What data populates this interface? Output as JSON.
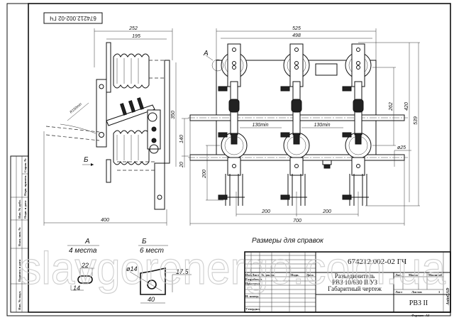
{
  "drawing": {
    "doc_number": "674212.002-02 ГЧ",
    "doc_number_inverted": "674212.002-02 ГЧ",
    "note": "Размеры для справок",
    "watermark": "slavgorenergo.com.ua"
  },
  "side_view": {
    "dims": {
      "d252": "252",
      "d195": "195",
      "d350": "350",
      "d140": "140",
      "d20": "20",
      "d400": "400",
      "r150": "R150min"
    },
    "view_label": "Б"
  },
  "front_view": {
    "dims": {
      "d525": "525",
      "d498": "498",
      "d262": "262",
      "d420": "420",
      "d539": "539",
      "d25": "ø25",
      "d130a": "130min",
      "d130b": "130min",
      "d200v": "200",
      "d200a": "200",
      "d200b": "200",
      "d700": "700"
    },
    "view_label": "A"
  },
  "details": {
    "a": {
      "title": "А",
      "subtitle": "4 места",
      "d22": "22",
      "d14": "14"
    },
    "b": {
      "title": "Б",
      "subtitle": "6 мест",
      "d14": "ø14",
      "d17": "17.5",
      "d40": "40"
    }
  },
  "side_strip": [
    "Инв. № подл.",
    "Подпись и дата",
    "Взам. инв. №",
    "Инв. № дубл.",
    "Подп. и дата",
    "Перв. примен.",
    "Справ. №"
  ],
  "title_block": {
    "headers": [
      "Изм.",
      "Лист",
      "№ докум.",
      "Подп.",
      "Дата"
    ],
    "roles": [
      "Разработал",
      "Проверил",
      "Н. контр.",
      "Утвердил"
    ],
    "name_line1": "Разъединитель",
    "name_line2": "РВЗ 10/630 II УЗ",
    "name_line3": "Габаритный чертеж",
    "lit": "Лит.",
    "mass": "Масса",
    "scale": "Масштаб",
    "sheet": "Лист",
    "sheets": "Листов",
    "sheets_count": "1",
    "org": "РВЗ II",
    "format_label": "Формат",
    "format": "А3",
    "autocad": "AutoCAD"
  }
}
